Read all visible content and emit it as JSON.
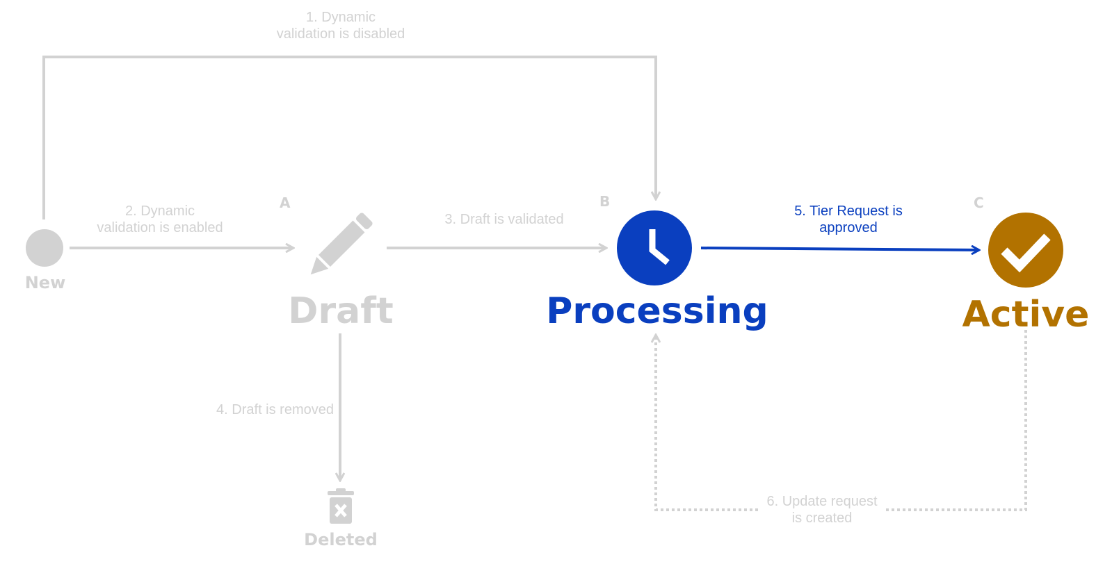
{
  "colors": {
    "inactive": "#d2d2d2",
    "processing": "#0a3fbf",
    "active": "#b27200"
  },
  "states": {
    "new": {
      "label": "New",
      "icon": "filled-circle-icon"
    },
    "draft": {
      "label": "Draft",
      "letter": "A",
      "icon": "pencil-icon"
    },
    "processing": {
      "label": "Processing",
      "letter": "B",
      "icon": "clock-icon"
    },
    "active": {
      "label": "Active",
      "letter": "C",
      "icon": "checkmark-icon"
    },
    "deleted": {
      "label": "Deleted",
      "icon": "trash-icon"
    }
  },
  "transitions": [
    {
      "label": "1. Dynamic\nvalidation is disabled"
    },
    {
      "label": "2. Dynamic\nvalidation is enabled"
    },
    {
      "label": "3. Draft is validated"
    },
    {
      "label": "4. Draft is removed"
    },
    {
      "label": "5. Tier Request is\napproved"
    },
    {
      "label": "6. Update request\nis created"
    }
  ]
}
